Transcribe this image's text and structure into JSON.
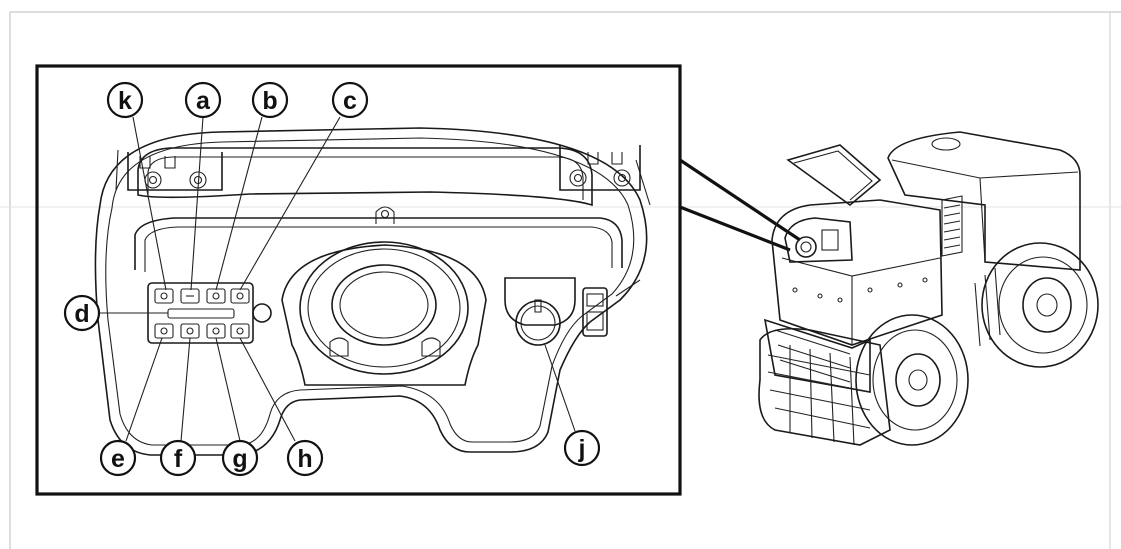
{
  "callouts": {
    "k": "k",
    "a": "a",
    "b": "b",
    "c": "c",
    "d": "d",
    "e": "e",
    "f": "f",
    "g": "g",
    "h": "h",
    "j": "j"
  }
}
